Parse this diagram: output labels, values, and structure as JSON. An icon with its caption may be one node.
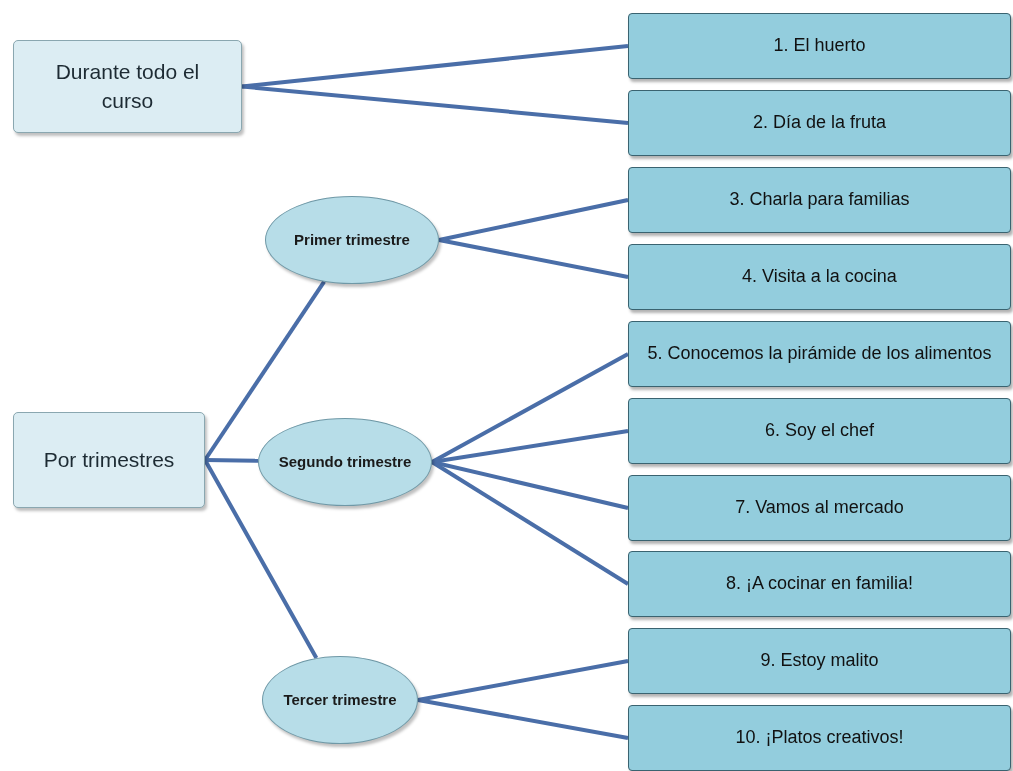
{
  "diagram": {
    "nodes": [
      {
        "text": [
          "Durante todo el curso"
        ]
      },
      {
        "text": [
          "1. El huerto"
        ]
      },
      {
        "text": [
          "2. Día de la fruta"
        ]
      },
      {
        "text": [
          "Por trimestres"
        ]
      },
      {
        "text": [
          "Primer trimestre"
        ]
      },
      {
        "text": [
          "Segundo trimestre"
        ]
      },
      {
        "text": [
          "Tercer trimestre"
        ]
      },
      {
        "text": [
          "3. Charla para familias"
        ]
      },
      {
        "text": [
          "4. Visita a la cocina"
        ]
      },
      {
        "text": [
          "5. Conocemos la pirámide de los alimentos"
        ]
      },
      {
        "text": [
          "6. Soy el chef"
        ]
      },
      {
        "text": [
          "7. Vamos al mercado"
        ]
      },
      {
        "text": [
          "8. ¡A cocinar en familia!"
        ]
      },
      {
        "text": [
          "9. Estoy malito"
        ]
      },
      {
        "text": [
          "10. ¡Platos creativos!"
        ]
      }
    ],
    "edges": [
      {
        "from": 0,
        "to": 1,
        "arrow": "none"
      },
      {
        "from": 0,
        "to": 2,
        "arrow": "none"
      },
      {
        "from": 3,
        "to": 4,
        "arrow": "none"
      },
      {
        "from": 3,
        "to": 5,
        "arrow": "none"
      },
      {
        "from": 3,
        "to": 6,
        "arrow": "none"
      },
      {
        "from": 4,
        "to": 7,
        "arrow": "none"
      },
      {
        "from": 4,
        "to": 8,
        "arrow": "none"
      },
      {
        "from": 5,
        "to": 9,
        "arrow": "none"
      },
      {
        "from": 5,
        "to": 10,
        "arrow": "none"
      },
      {
        "from": 5,
        "to": 11,
        "arrow": "none"
      },
      {
        "from": 5,
        "to": 12,
        "arrow": "none"
      },
      {
        "from": 6,
        "to": 13,
        "arrow": "none"
      },
      {
        "from": 6,
        "to": 14,
        "arrow": "none"
      }
    ]
  }
}
